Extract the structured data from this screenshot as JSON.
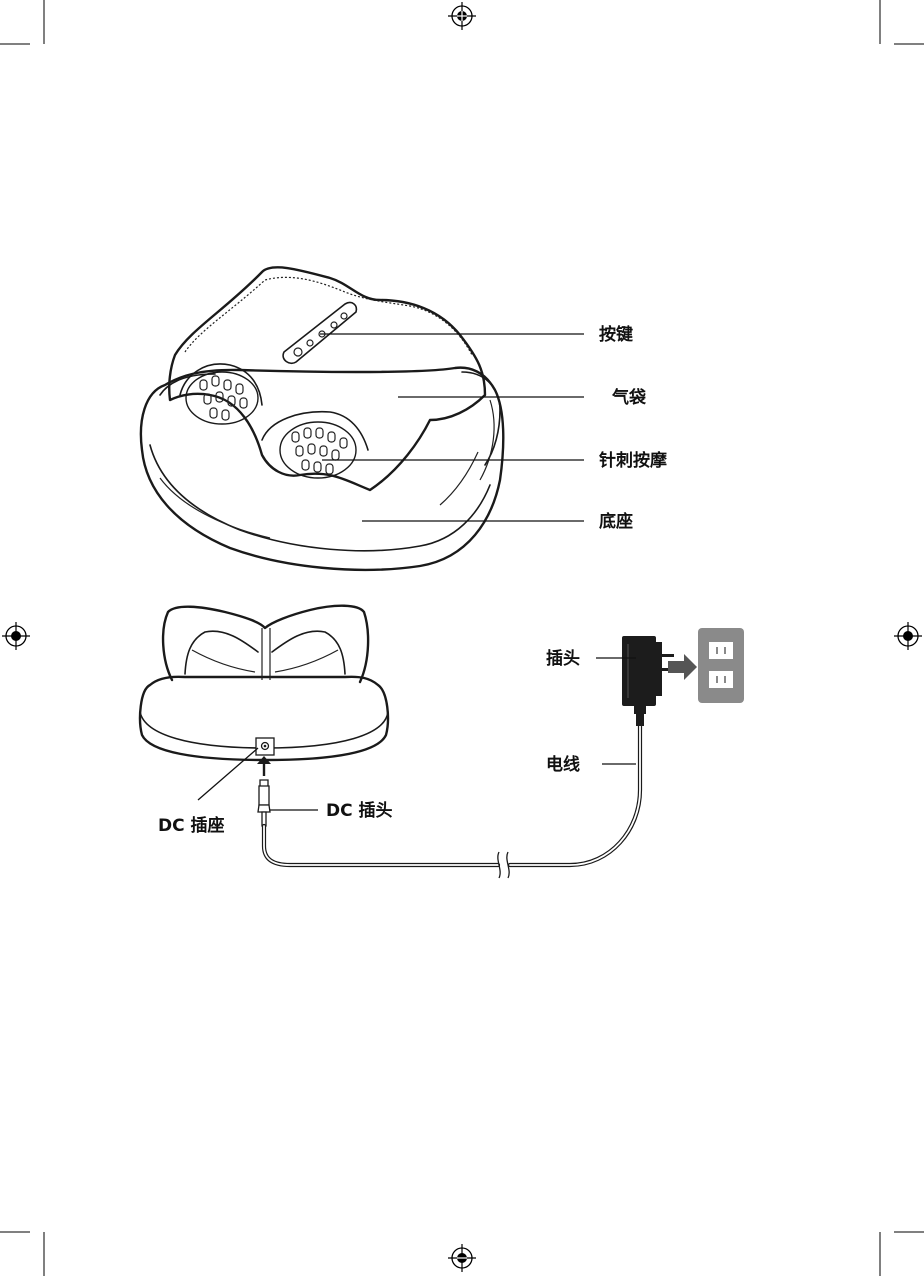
{
  "labels": {
    "buttons": "按键",
    "airbag": "气袋",
    "acupressure": "针刺按摩",
    "base": "底座",
    "plug": "插头",
    "cord": "电线",
    "dc_socket": "DC 插座",
    "dc_plug": "DC 插头"
  },
  "colors": {
    "outlet": "#8a8a8a",
    "line": "#1a1a1a",
    "adapter": "#1c1c1c"
  },
  "icons": [
    "registration-mark-icon",
    "arrow-right-icon",
    "arrow-up-icon",
    "wall-outlet-icon",
    "power-adapter-icon"
  ]
}
